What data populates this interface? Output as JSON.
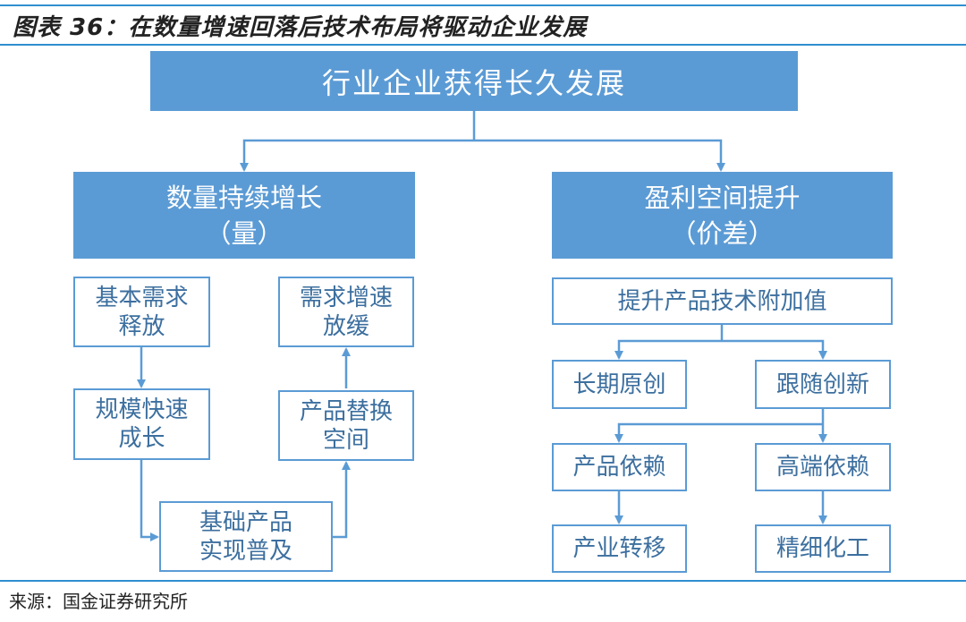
{
  "figure": {
    "title": "图表 36：在数量增速回落后技术布局将驱动企业发展",
    "source": "来源：国金证券研究所"
  },
  "diagram": {
    "root": "行业企业获得长久发展",
    "left_branch": {
      "title": "数量持续增长",
      "subtitle": "（量）",
      "steps": [
        {
          "line1": "基本需求",
          "line2": "释放"
        },
        {
          "line1": "规模快速",
          "line2": "成长"
        },
        {
          "line1": "基础产品",
          "line2": "实现普及"
        },
        {
          "line1": "产品替换",
          "line2": "空间"
        },
        {
          "line1": "需求增速",
          "line2": "放缓"
        }
      ]
    },
    "right_branch": {
      "title": "盈利空间提升",
      "subtitle": "（价差）",
      "top": "提升产品技术附加值",
      "level2": [
        "长期原创",
        "跟随创新"
      ],
      "level3": [
        "产品依赖",
        "高端依赖"
      ],
      "level4": [
        "产业转移",
        "精细化工"
      ]
    }
  },
  "colors": {
    "box_fill": "#5b9bd5",
    "box_border": "#5b9bd5",
    "outline_text": "#3c6f9f",
    "rule": "#2f8fd0",
    "connector": "#5b9bd5"
  }
}
